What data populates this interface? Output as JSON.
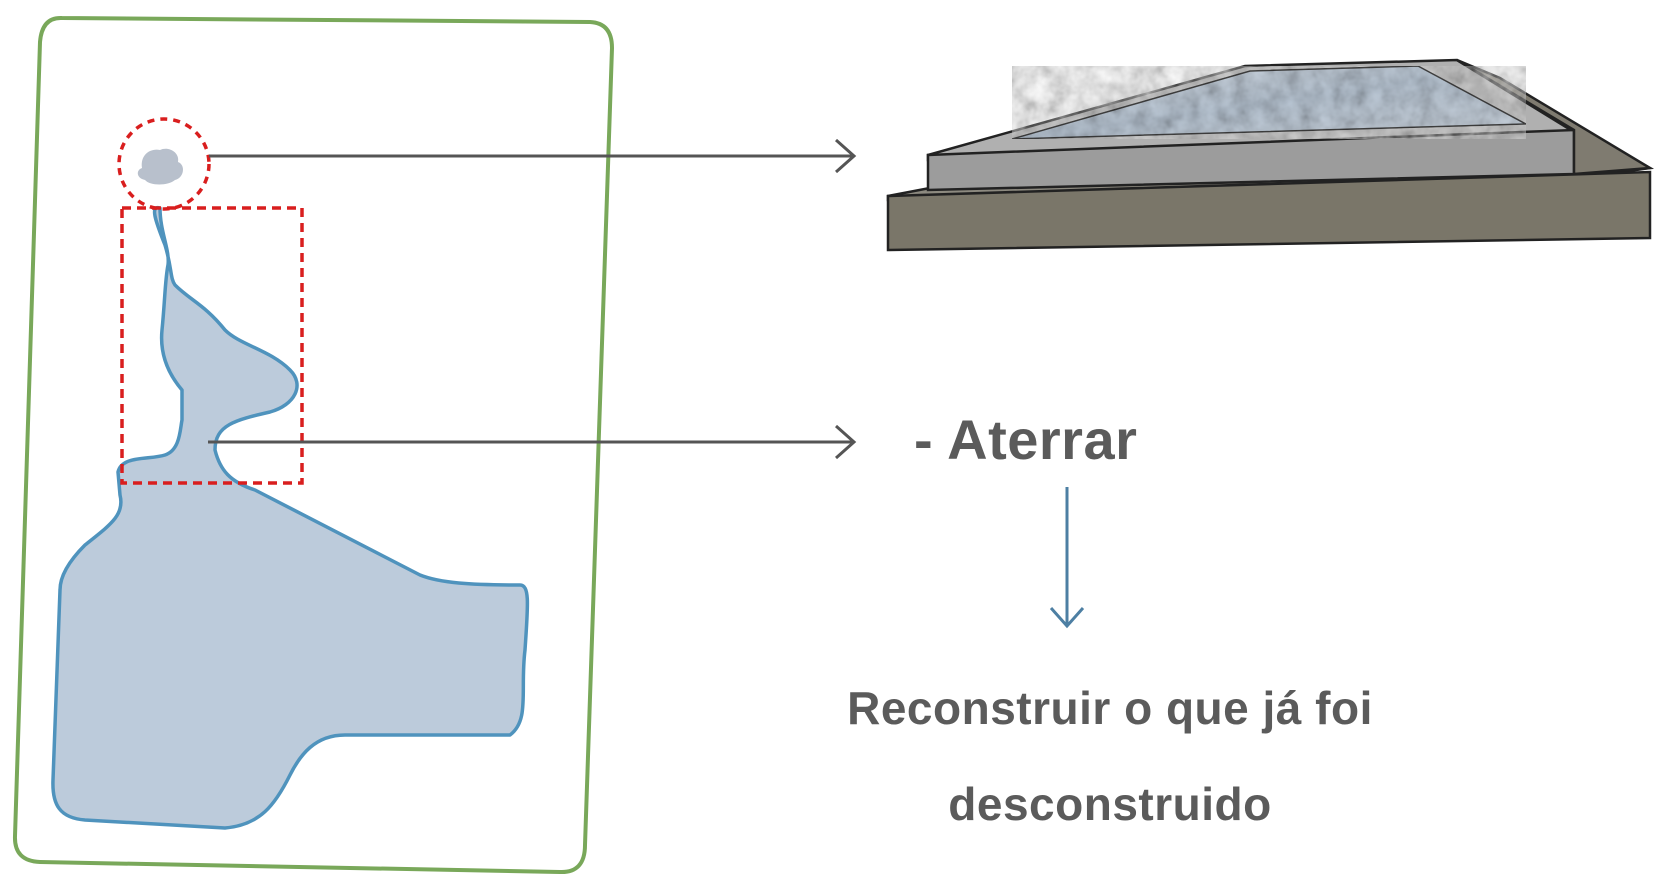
{
  "labels": {
    "aterrar": "- Aterrar",
    "reconstruir_line1": "Reconstruir o que já foi",
    "reconstruir_line2": "desconstruido"
  },
  "colors": {
    "site_border": "#79a85a",
    "lake_fill": "#bccbdb",
    "lake_outline": "#4f93bd",
    "highlight_dash": "#d91e1e",
    "connector_arrow": "#555555",
    "down_arrow": "#4d7fa3",
    "text": "#5b5b5b",
    "slab_dark": "#7a7669",
    "slab_light": "#9c9c9c",
    "water": "#c9d3de"
  },
  "icons": {
    "small_pond": "blob-icon",
    "reservoir_3d": "reservoir-icon"
  }
}
